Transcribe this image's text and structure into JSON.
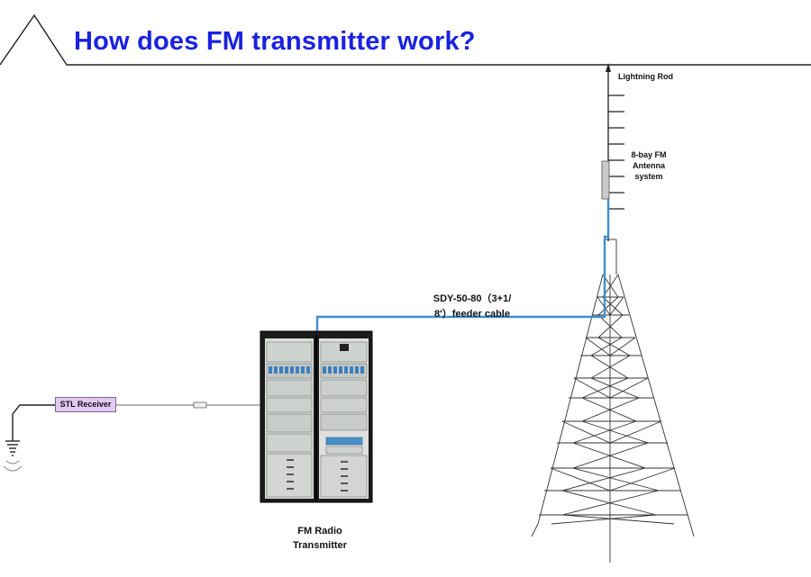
{
  "title": "How does FM transmitter work?",
  "labels": {
    "lightning_rod": "Lightning Rod",
    "antenna": "8-bay FM Antenna system",
    "cable_line1": "SDY-50-80（3+1/",
    "cable_line2": "8'）feeder cable",
    "stl_receiver": "STL Receiver",
    "transmitter_line1": "FM Radio",
    "transmitter_line2": "Transmitter"
  },
  "colors": {
    "title": "#1a22e0",
    "feeder_cable": "#3f8fd0",
    "stl_box_fill": "#e3c8f3",
    "line": "#222222"
  },
  "icons": [
    "ground-symbol-icon",
    "signal-waves-icon",
    "tower-icon",
    "rack-cabinet-icon"
  ]
}
